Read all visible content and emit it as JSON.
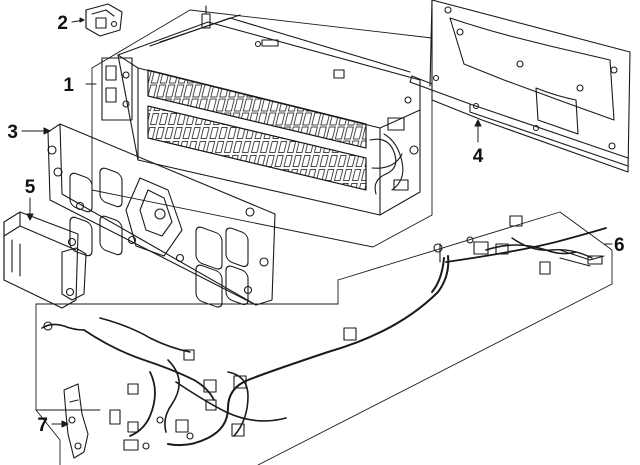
{
  "callouts": [
    {
      "id": "part-1",
      "label": "1"
    },
    {
      "id": "part-2",
      "label": "2"
    },
    {
      "id": "part-3",
      "label": "3"
    },
    {
      "id": "part-4",
      "label": "4"
    },
    {
      "id": "part-5",
      "label": "5"
    },
    {
      "id": "part-6",
      "label": "6"
    },
    {
      "id": "part-7",
      "label": "7"
    }
  ],
  "colors": {
    "ink": "#1a1a1a",
    "paper": "#ffffff"
  }
}
